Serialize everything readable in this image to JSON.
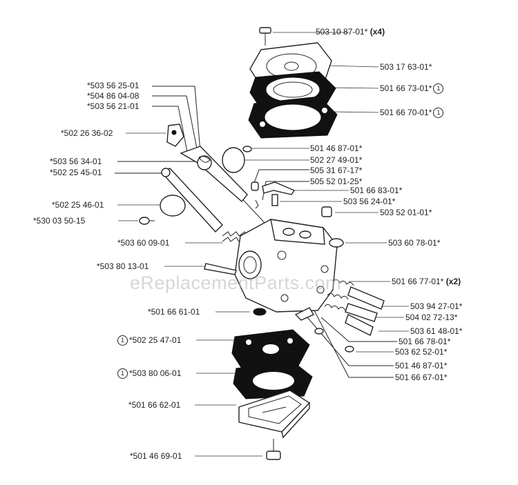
{
  "watermark": "eReplacementParts.com",
  "callout_symbol": "1",
  "labels": {
    "p1": {
      "text": "503 10 87-01*",
      "qty": "(x4)"
    },
    "p2": {
      "text": "503 17 63-01*"
    },
    "p3": {
      "text": "501 66 73-01*"
    },
    "p4": {
      "text": "501 66 70-01*"
    },
    "p5": {
      "text": "*503 56 25-01"
    },
    "p6": {
      "text": "*504 86 04-08"
    },
    "p7": {
      "text": "*503 56 21-01"
    },
    "p8": {
      "text": "*502 26 36-02"
    },
    "p9": {
      "text": "*503 56 34-01"
    },
    "p10": {
      "text": "*502 25 45-01"
    },
    "p11": {
      "text": "*502 25 46-01"
    },
    "p12": {
      "text": "*530 03 50-15"
    },
    "p13": {
      "text": "501 46 87-01*"
    },
    "p14": {
      "text": "502 27 49-01*"
    },
    "p15": {
      "text": "505 31 67-17*"
    },
    "p16": {
      "text": "505 52 01-25*"
    },
    "p17": {
      "text": "501 66 83-01*"
    },
    "p18": {
      "text": "503 56 24-01*"
    },
    "p19": {
      "text": "503 52 01-01*"
    },
    "p20": {
      "text": "*503 60 09-01"
    },
    "p21": {
      "text": "503 60 78-01*"
    },
    "p22": {
      "text": "*503 80 13-01"
    },
    "p23": {
      "text": "501 66 77-01*",
      "qty": "(x2)"
    },
    "p24": {
      "text": "*501 66 61-01"
    },
    "p25": {
      "text": "503 94 27-01*"
    },
    "p26": {
      "text": "504 02 72-13*"
    },
    "p27": {
      "text": "503 61 48-01*"
    },
    "p28": {
      "text": "*502 25 47-01"
    },
    "p29": {
      "text": "501 66 78-01*"
    },
    "p30": {
      "text": "503 62 52-01*"
    },
    "p31": {
      "text": "*503 80 06-01"
    },
    "p32": {
      "text": "501 46 87-01*"
    },
    "p33": {
      "text": "501 66 67-01*"
    },
    "p34": {
      "text": "*501 66 62-01"
    },
    "p35": {
      "text": "*501 46 69-01"
    }
  }
}
